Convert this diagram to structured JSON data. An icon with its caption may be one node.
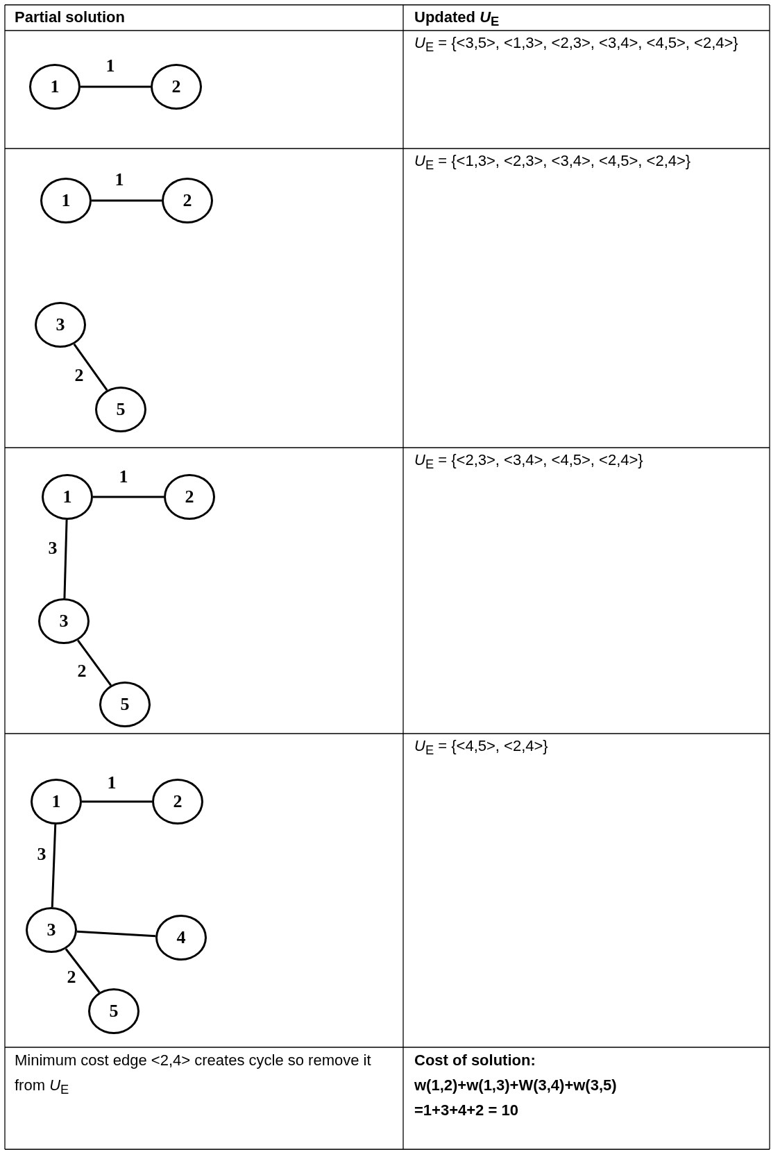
{
  "diagram": {
    "nodes": [
      {
        "text": [
          "1"
        ]
      },
      {
        "text": [
          "2"
        ]
      },
      {
        "text": [
          "1"
        ]
      },
      {
        "text": [
          "2"
        ]
      },
      {
        "text": [
          "3"
        ]
      },
      {
        "text": [
          "5"
        ]
      },
      {
        "text": [
          "1"
        ]
      },
      {
        "text": [
          "2"
        ]
      },
      {
        "text": [
          "3"
        ]
      },
      {
        "text": [
          "5"
        ]
      },
      {
        "text": [
          "1"
        ]
      },
      {
        "text": [
          "2"
        ]
      },
      {
        "text": [
          "3"
        ]
      },
      {
        "text": [
          "4"
        ]
      },
      {
        "text": [
          "5"
        ]
      }
    ],
    "edges": [
      {
        "from": 0,
        "to": 1,
        "arrow": "none",
        "label": "1"
      },
      {
        "from": 2,
        "to": 3,
        "arrow": "none",
        "label": "1"
      },
      {
        "from": 4,
        "to": 5,
        "arrow": "none",
        "label": "2"
      },
      {
        "from": 6,
        "to": 7,
        "arrow": "none",
        "label": "1"
      },
      {
        "from": 6,
        "to": 8,
        "arrow": "none",
        "label": "3"
      },
      {
        "from": 8,
        "to": 9,
        "arrow": "none",
        "label": "2"
      },
      {
        "from": 10,
        "to": 11,
        "arrow": "none",
        "label": "1"
      },
      {
        "from": 10,
        "to": 12,
        "arrow": "none",
        "label": "3"
      },
      {
        "from": 12,
        "to": 13,
        "arrow": "none"
      },
      {
        "from": 12,
        "to": 14,
        "arrow": "none",
        "label": "2"
      }
    ],
    "labels": [
      "Partial solution",
      "Updated *U*$_{E}$",
      "*U*$_{E}$ = {<3,5>, <1,3>, <2,3>, <3,4>, <4,5>, <2,4>}",
      "*U*$_{E}$ = {<1,3>, <2,3>, <3,4>, <4,5>, <2,4>}",
      "*U*$_{E}$ = {<2,3>, <3,4>, <4,5>, <2,4>}",
      "*U*$_{E}$ = {<4,5>, <2,4>}",
      "Minimum cost edge <2,4> creates cycle so remove it from *U*$_{E}$",
      "Cost of solution:",
      "w(1,2)+w(1,3)+W(3,4)+w(3,5)",
      "=1+3+4+2 = 10"
    ]
  }
}
